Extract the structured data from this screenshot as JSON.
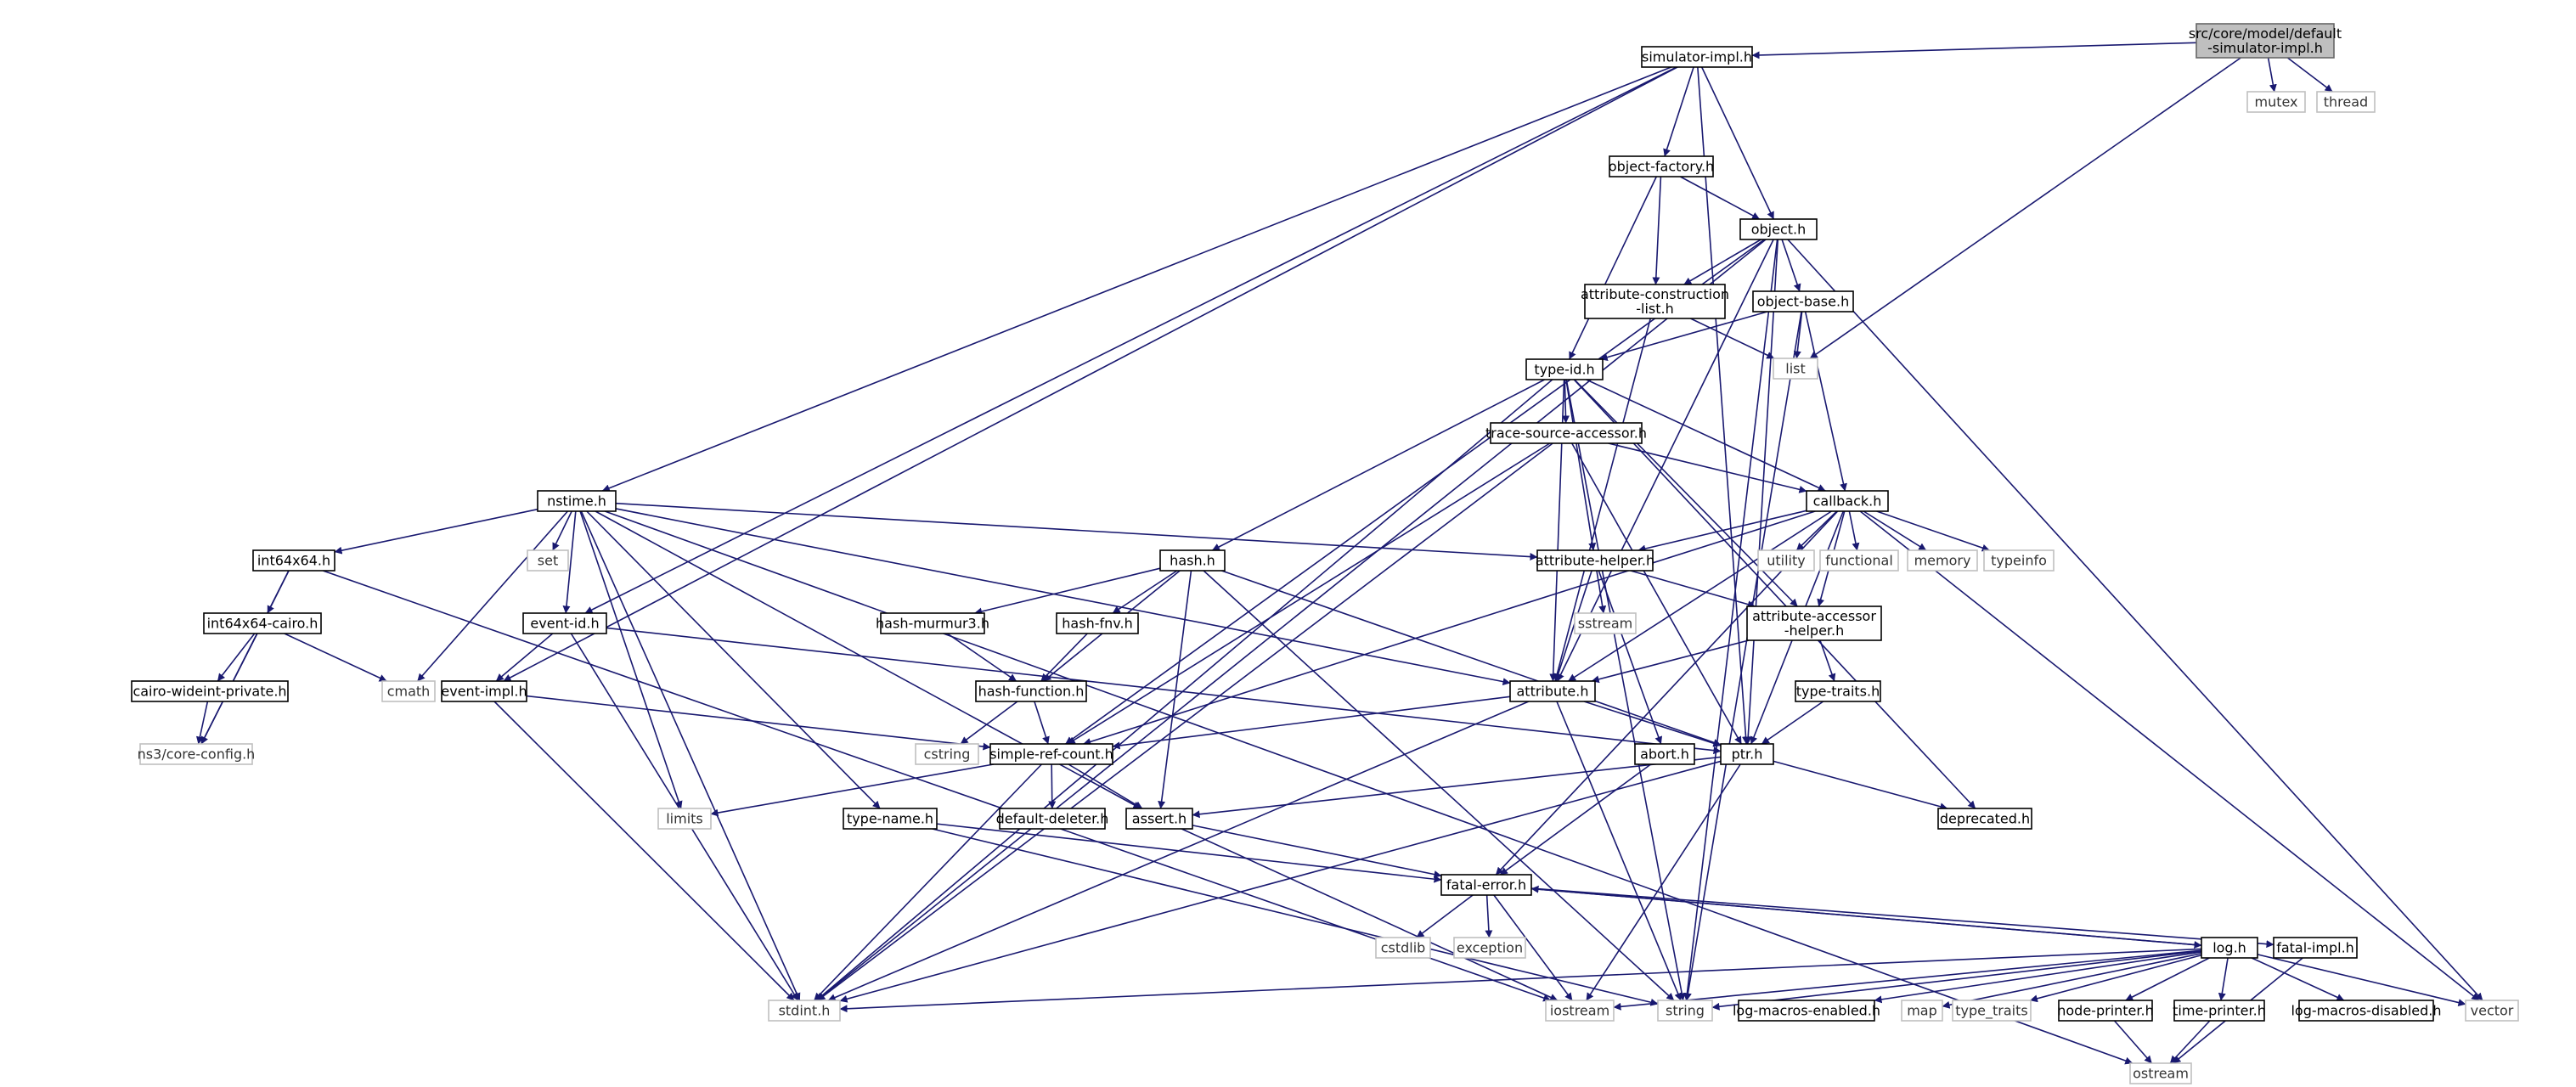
{
  "graph": {
    "colors": {
      "edge": "#191970",
      "root_fill": "#bfbfbf",
      "system_border": "#bfbfbf",
      "local_border": "#000000"
    },
    "nodes": [
      {
        "id": "root",
        "lines": [
          "src/core/model/default",
          "-simulator-impl.h"
        ],
        "kind": "root"
      },
      {
        "id": "simimpl",
        "lines": [
          "simulator-impl.h"
        ],
        "kind": "local"
      },
      {
        "id": "mutex",
        "lines": [
          "mutex"
        ],
        "kind": "system"
      },
      {
        "id": "thread",
        "lines": [
          "thread"
        ],
        "kind": "system"
      },
      {
        "id": "objfactory",
        "lines": [
          "object-factory.h"
        ],
        "kind": "local"
      },
      {
        "id": "object",
        "lines": [
          "object.h"
        ],
        "kind": "local"
      },
      {
        "id": "attrcons",
        "lines": [
          "attribute-construction",
          "-list.h"
        ],
        "kind": "local"
      },
      {
        "id": "objbase",
        "lines": [
          "object-base.h"
        ],
        "kind": "local"
      },
      {
        "id": "list",
        "lines": [
          "list"
        ],
        "kind": "system"
      },
      {
        "id": "typeid",
        "lines": [
          "type-id.h"
        ],
        "kind": "local"
      },
      {
        "id": "tsa",
        "lines": [
          "trace-source-accessor.h"
        ],
        "kind": "local"
      },
      {
        "id": "callback",
        "lines": [
          "callback.h"
        ],
        "kind": "local"
      },
      {
        "id": "nstime",
        "lines": [
          "nstime.h"
        ],
        "kind": "local"
      },
      {
        "id": "int64x64",
        "lines": [
          "int64x64.h"
        ],
        "kind": "local"
      },
      {
        "id": "set",
        "lines": [
          "set"
        ],
        "kind": "system"
      },
      {
        "id": "hash",
        "lines": [
          "hash.h"
        ],
        "kind": "local"
      },
      {
        "id": "attrhelper",
        "lines": [
          "attribute-helper.h"
        ],
        "kind": "local"
      },
      {
        "id": "utility",
        "lines": [
          "utility"
        ],
        "kind": "system"
      },
      {
        "id": "functional",
        "lines": [
          "functional"
        ],
        "kind": "system"
      },
      {
        "id": "memory",
        "lines": [
          "memory"
        ],
        "kind": "system"
      },
      {
        "id": "typeinfo",
        "lines": [
          "typeinfo"
        ],
        "kind": "system"
      },
      {
        "id": "i64cairo",
        "lines": [
          "int64x64-cairo.h"
        ],
        "kind": "local"
      },
      {
        "id": "eventid",
        "lines": [
          "event-id.h"
        ],
        "kind": "local"
      },
      {
        "id": "murmur",
        "lines": [
          "hash-murmur3.h"
        ],
        "kind": "local"
      },
      {
        "id": "fnv",
        "lines": [
          "hash-fnv.h"
        ],
        "kind": "local"
      },
      {
        "id": "sstream",
        "lines": [
          "sstream"
        ],
        "kind": "system"
      },
      {
        "id": "attracc",
        "lines": [
          "attribute-accessor",
          "-helper.h"
        ],
        "kind": "local"
      },
      {
        "id": "cairowide",
        "lines": [
          "cairo-wideint-private.h"
        ],
        "kind": "local"
      },
      {
        "id": "cmath",
        "lines": [
          "cmath"
        ],
        "kind": "system"
      },
      {
        "id": "eventimpl",
        "lines": [
          "event-impl.h"
        ],
        "kind": "local"
      },
      {
        "id": "hashfunc",
        "lines": [
          "hash-function.h"
        ],
        "kind": "local"
      },
      {
        "id": "attribute",
        "lines": [
          "attribute.h"
        ],
        "kind": "local"
      },
      {
        "id": "typetraits",
        "lines": [
          "type-traits.h"
        ],
        "kind": "local"
      },
      {
        "id": "coreconfig",
        "lines": [
          "ns3/core-config.h"
        ],
        "kind": "system"
      },
      {
        "id": "cstring",
        "lines": [
          "cstring"
        ],
        "kind": "system"
      },
      {
        "id": "src",
        "lines": [
          "simple-ref-count.h"
        ],
        "kind": "local"
      },
      {
        "id": "abort",
        "lines": [
          "abort.h"
        ],
        "kind": "local"
      },
      {
        "id": "ptr",
        "lines": [
          "ptr.h"
        ],
        "kind": "local"
      },
      {
        "id": "limits",
        "lines": [
          "limits"
        ],
        "kind": "system"
      },
      {
        "id": "typename",
        "lines": [
          "type-name.h"
        ],
        "kind": "local"
      },
      {
        "id": "defdel",
        "lines": [
          "default-deleter.h"
        ],
        "kind": "local"
      },
      {
        "id": "assert",
        "lines": [
          "assert.h"
        ],
        "kind": "local"
      },
      {
        "id": "deprecated",
        "lines": [
          "deprecated.h"
        ],
        "kind": "local"
      },
      {
        "id": "fatalerror",
        "lines": [
          "fatal-error.h"
        ],
        "kind": "local"
      },
      {
        "id": "cstdlib",
        "lines": [
          "cstdlib"
        ],
        "kind": "system"
      },
      {
        "id": "exception",
        "lines": [
          "exception"
        ],
        "kind": "system"
      },
      {
        "id": "log",
        "lines": [
          "log.h"
        ],
        "kind": "local"
      },
      {
        "id": "fatalimpl",
        "lines": [
          "fatal-impl.h"
        ],
        "kind": "local"
      },
      {
        "id": "stdint",
        "lines": [
          "stdint.h"
        ],
        "kind": "system"
      },
      {
        "id": "iostream",
        "lines": [
          "iostream"
        ],
        "kind": "system"
      },
      {
        "id": "string",
        "lines": [
          "string"
        ],
        "kind": "system"
      },
      {
        "id": "lme",
        "lines": [
          "log-macros-enabled.h"
        ],
        "kind": "local"
      },
      {
        "id": "map",
        "lines": [
          "map"
        ],
        "kind": "system"
      },
      {
        "id": "type_traits",
        "lines": [
          "type_traits"
        ],
        "kind": "system"
      },
      {
        "id": "nodeprinter",
        "lines": [
          "node-printer.h"
        ],
        "kind": "local"
      },
      {
        "id": "timeprinter",
        "lines": [
          "time-printer.h"
        ],
        "kind": "local"
      },
      {
        "id": "lmd",
        "lines": [
          "log-macros-disabled.h"
        ],
        "kind": "local"
      },
      {
        "id": "vector",
        "lines": [
          "vector"
        ],
        "kind": "system"
      },
      {
        "id": "ostream",
        "lines": [
          "ostream"
        ],
        "kind": "system"
      }
    ],
    "edges": [
      [
        "root",
        "simimpl"
      ],
      [
        "root",
        "mutex"
      ],
      [
        "root",
        "thread"
      ],
      [
        "root",
        "list"
      ],
      [
        "simimpl",
        "objfactory"
      ],
      [
        "simimpl",
        "object"
      ],
      [
        "simimpl",
        "nstime"
      ],
      [
        "simimpl",
        "eventid"
      ],
      [
        "simimpl",
        "eventimpl"
      ],
      [
        "simimpl",
        "ptr"
      ],
      [
        "objfactory",
        "object"
      ],
      [
        "objfactory",
        "attrcons"
      ],
      [
        "objfactory",
        "typeid"
      ],
      [
        "object",
        "attrcons"
      ],
      [
        "object",
        "objbase"
      ],
      [
        "object",
        "ptr"
      ],
      [
        "object",
        "attribute"
      ],
      [
        "object",
        "src"
      ],
      [
        "object",
        "stdint"
      ],
      [
        "object",
        "vector"
      ],
      [
        "object",
        "string"
      ],
      [
        "attrcons",
        "attribute"
      ],
      [
        "attrcons",
        "list"
      ],
      [
        "objbase",
        "typeid"
      ],
      [
        "objbase",
        "list"
      ],
      [
        "objbase",
        "callback"
      ],
      [
        "objbase",
        "string"
      ],
      [
        "typeid",
        "tsa"
      ],
      [
        "typeid",
        "callback"
      ],
      [
        "typeid",
        "hash"
      ],
      [
        "typeid",
        "attrhelper"
      ],
      [
        "typeid",
        "attribute"
      ],
      [
        "typeid",
        "attracc"
      ],
      [
        "typeid",
        "deprecated"
      ],
      [
        "typeid",
        "stdint"
      ],
      [
        "typeid",
        "string"
      ],
      [
        "tsa",
        "callback"
      ],
      [
        "tsa",
        "ptr"
      ],
      [
        "tsa",
        "src"
      ],
      [
        "tsa",
        "stdint"
      ],
      [
        "callback",
        "attrhelper"
      ],
      [
        "callback",
        "utility"
      ],
      [
        "callback",
        "functional"
      ],
      [
        "callback",
        "memory"
      ],
      [
        "callback",
        "typeinfo"
      ],
      [
        "callback",
        "attribute"
      ],
      [
        "callback",
        "attracc"
      ],
      [
        "callback",
        "ptr"
      ],
      [
        "callback",
        "src"
      ],
      [
        "callback",
        "fatalerror"
      ],
      [
        "callback",
        "vector"
      ],
      [
        "nstime",
        "int64x64"
      ],
      [
        "nstime",
        "set"
      ],
      [
        "nstime",
        "attrhelper"
      ],
      [
        "nstime",
        "eventid"
      ],
      [
        "nstime",
        "attribute"
      ],
      [
        "nstime",
        "typename"
      ],
      [
        "nstime",
        "assert"
      ],
      [
        "nstime",
        "cmath"
      ],
      [
        "nstime",
        "limits"
      ],
      [
        "nstime",
        "stdint"
      ],
      [
        "nstime",
        "ostream"
      ],
      [
        "int64x64",
        "i64cairo"
      ],
      [
        "int64x64",
        "coreconfig"
      ],
      [
        "int64x64",
        "iostream"
      ],
      [
        "i64cairo",
        "cairowide"
      ],
      [
        "i64cairo",
        "coreconfig"
      ],
      [
        "i64cairo",
        "cmath"
      ],
      [
        "cairowide",
        "coreconfig"
      ],
      [
        "hash",
        "murmur"
      ],
      [
        "hash",
        "fnv"
      ],
      [
        "hash",
        "hashfunc"
      ],
      [
        "hash",
        "assert"
      ],
      [
        "hash",
        "ptr"
      ],
      [
        "hash",
        "string"
      ],
      [
        "murmur",
        "hashfunc"
      ],
      [
        "fnv",
        "hashfunc"
      ],
      [
        "hashfunc",
        "src"
      ],
      [
        "hashfunc",
        "cstring"
      ],
      [
        "attrhelper",
        "sstream"
      ],
      [
        "attrhelper",
        "attracc"
      ],
      [
        "attrhelper",
        "attribute"
      ],
      [
        "attrhelper",
        "abort"
      ],
      [
        "attracc",
        "attribute"
      ],
      [
        "attracc",
        "typetraits"
      ],
      [
        "typetraits",
        "ptr"
      ],
      [
        "eventid",
        "eventimpl"
      ],
      [
        "eventid",
        "ptr"
      ],
      [
        "eventid",
        "stdint"
      ],
      [
        "eventimpl",
        "src"
      ],
      [
        "eventimpl",
        "stdint"
      ],
      [
        "attribute",
        "src"
      ],
      [
        "attribute",
        "ptr"
      ],
      [
        "attribute",
        "string"
      ],
      [
        "attribute",
        "stdint"
      ],
      [
        "src",
        "defdel"
      ],
      [
        "src",
        "assert"
      ],
      [
        "src",
        "limits"
      ],
      [
        "src",
        "stdint"
      ],
      [
        "abort",
        "fatalerror"
      ],
      [
        "ptr",
        "assert"
      ],
      [
        "ptr",
        "deprecated"
      ],
      [
        "ptr",
        "iostream"
      ],
      [
        "ptr",
        "stdint"
      ],
      [
        "typename",
        "fatalerror"
      ],
      [
        "typename",
        "string"
      ],
      [
        "assert",
        "fatalerror"
      ],
      [
        "assert",
        "iostream"
      ],
      [
        "fatalerror",
        "cstdlib"
      ],
      [
        "fatalerror",
        "exception"
      ],
      [
        "fatalerror",
        "iostream"
      ],
      [
        "fatalerror",
        "log"
      ],
      [
        "fatalerror",
        "fatalimpl"
      ],
      [
        "log",
        "stdint"
      ],
      [
        "log",
        "iostream"
      ],
      [
        "log",
        "string"
      ],
      [
        "log",
        "lme"
      ],
      [
        "log",
        "map"
      ],
      [
        "log",
        "type_traits"
      ],
      [
        "log",
        "nodeprinter"
      ],
      [
        "log",
        "timeprinter"
      ],
      [
        "log",
        "lmd"
      ],
      [
        "log",
        "vector"
      ],
      [
        "log",
        "fatalerror"
      ],
      [
        "fatalimpl",
        "ostream"
      ],
      [
        "nodeprinter",
        "ostream"
      ],
      [
        "timeprinter",
        "ostream"
      ]
    ]
  }
}
